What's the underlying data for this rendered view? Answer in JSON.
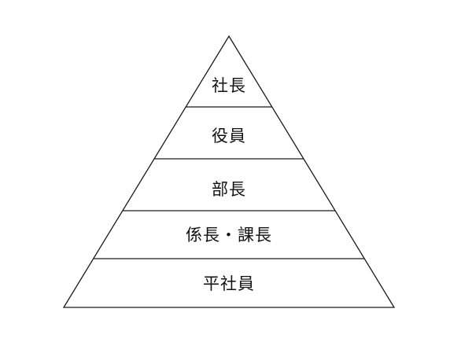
{
  "diagram": {
    "tiers": [
      {
        "label": "社長"
      },
      {
        "label": "役員"
      },
      {
        "label": "部長"
      },
      {
        "label": "係長・課長"
      },
      {
        "label": "平社員"
      }
    ],
    "line_color": "#1a1a1a",
    "fill_color": "#ffffff"
  }
}
